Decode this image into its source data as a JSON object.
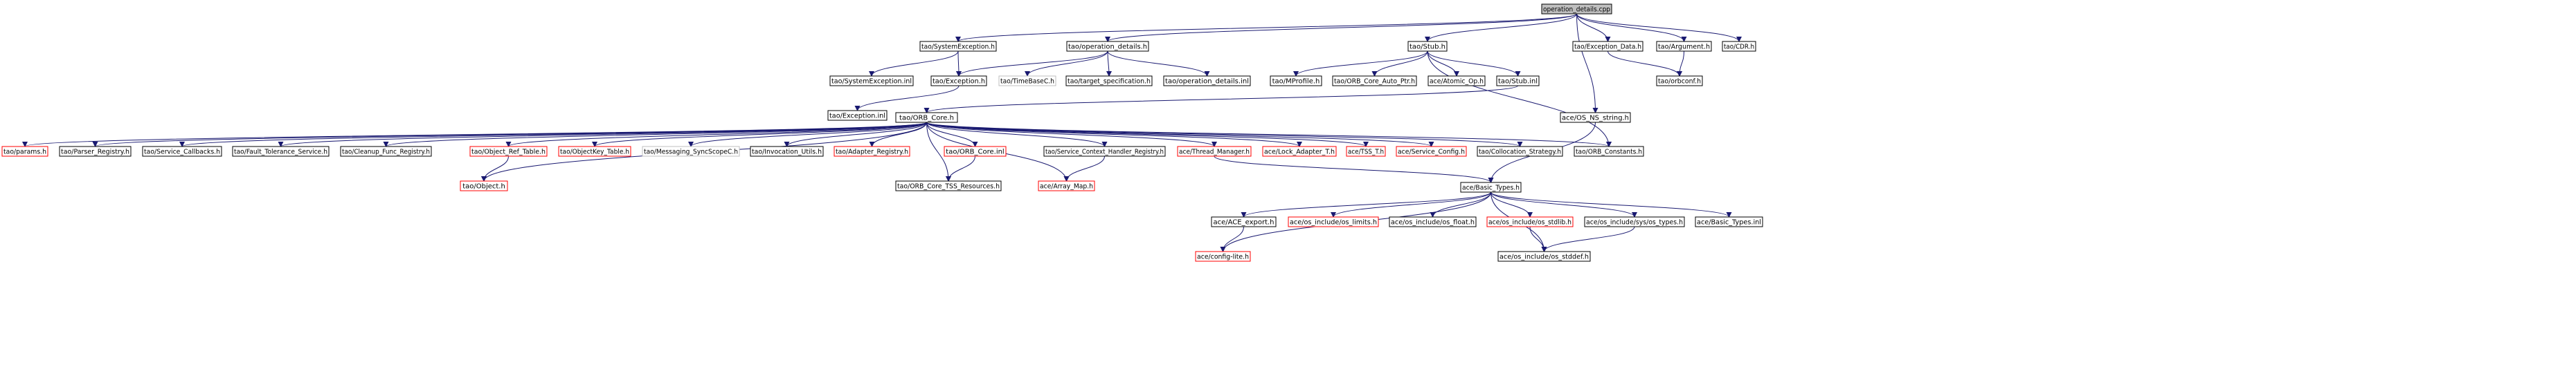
{
  "nodes": [
    {
      "id": "root",
      "label": "operation_details.cpp",
      "style": "root"
    },
    {
      "id": "sysexc",
      "label": "tao/SystemException.h",
      "style": "normal"
    },
    {
      "id": "opdet",
      "label": "tao/operation_details.h",
      "style": "normal"
    },
    {
      "id": "stub",
      "label": "tao/Stub.h",
      "style": "normal"
    },
    {
      "id": "excdata",
      "label": "tao/Exception_Data.h",
      "style": "normal"
    },
    {
      "id": "argument",
      "label": "tao/Argument.h",
      "style": "normal"
    },
    {
      "id": "cdr",
      "label": "tao/CDR.h",
      "style": "normal"
    },
    {
      "id": "sysexcinl",
      "label": "tao/SystemException.inl",
      "style": "normal"
    },
    {
      "id": "exception",
      "label": "tao/Exception.h",
      "style": "normal"
    },
    {
      "id": "timebase",
      "label": "tao/TimeBaseC.h",
      "style": "gray"
    },
    {
      "id": "targetspec",
      "label": "tao/target_specification.h",
      "style": "normal"
    },
    {
      "id": "opdetinl",
      "label": "tao/operation_details.inl",
      "style": "normal"
    },
    {
      "id": "mprofile",
      "label": "tao/MProfile.h",
      "style": "normal"
    },
    {
      "id": "orbautoptr",
      "label": "tao/ORB_Core_Auto_Ptr.h",
      "style": "normal"
    },
    {
      "id": "atomicop",
      "label": "ace/Atomic_Op.h",
      "style": "normal"
    },
    {
      "id": "stubinl",
      "label": "tao/Stub.inl",
      "style": "normal"
    },
    {
      "id": "orbconf",
      "label": "tao/orbconf.h",
      "style": "normal"
    },
    {
      "id": "excinl",
      "label": "tao/Exception.inl",
      "style": "normal"
    },
    {
      "id": "orbcore",
      "label": "tao/ORB_Core.h",
      "style": "normal"
    },
    {
      "id": "osns",
      "label": "ace/OS_NS_string.h",
      "style": "normal"
    },
    {
      "id": "params",
      "label": "tao/params.h",
      "style": "red"
    },
    {
      "id": "parser",
      "label": "tao/Parser_Registry.h",
      "style": "normal"
    },
    {
      "id": "svccb",
      "label": "tao/Service_Callbacks.h",
      "style": "normal"
    },
    {
      "id": "faulttol",
      "label": "tao/Fault_Tolerance_Service.h",
      "style": "normal"
    },
    {
      "id": "cleanup",
      "label": "tao/Cleanup_Func_Registry.h",
      "style": "normal"
    },
    {
      "id": "objref",
      "label": "tao/Object_Ref_Table.h",
      "style": "red"
    },
    {
      "id": "objkey",
      "label": "tao/ObjectKey_Table.h",
      "style": "red"
    },
    {
      "id": "msgsync",
      "label": "tao/Messaging_SyncScopeC.h",
      "style": "gray"
    },
    {
      "id": "invutils",
      "label": "tao/Invocation_Utils.h",
      "style": "normal"
    },
    {
      "id": "adapter",
      "label": "tao/Adapter_Registry.h",
      "style": "red"
    },
    {
      "id": "orbcoreinl",
      "label": "tao/ORB_Core.inl",
      "style": "red"
    },
    {
      "id": "svcctx",
      "label": "tao/Service_Context_Handler_Registry.h",
      "style": "normal"
    },
    {
      "id": "threadmgr",
      "label": "ace/Thread_Manager.h",
      "style": "red"
    },
    {
      "id": "lockadapter",
      "label": "ace/Lock_Adapter_T.h",
      "style": "red"
    },
    {
      "id": "tsst",
      "label": "ace/TSS_T.h",
      "style": "red"
    },
    {
      "id": "svcconfig",
      "label": "ace/Service_Config.h",
      "style": "red"
    },
    {
      "id": "colloc",
      "label": "tao/Collocation_Strategy.h",
      "style": "normal"
    },
    {
      "id": "orbconst",
      "label": "tao/ORB_Constants.h",
      "style": "normal"
    },
    {
      "id": "object",
      "label": "tao/Object.h",
      "style": "red"
    },
    {
      "id": "orbtss",
      "label": "tao/ORB_Core_TSS_Resources.h",
      "style": "normal"
    },
    {
      "id": "arraymap",
      "label": "ace/Array_Map.h",
      "style": "red"
    },
    {
      "id": "basictypes",
      "label": "ace/Basic_Types.h",
      "style": "normal"
    },
    {
      "id": "aceexport",
      "label": "ace/ACE_export.h",
      "style": "normal"
    },
    {
      "id": "oslimits",
      "label": "ace/os_include/os_limits.h",
      "style": "red"
    },
    {
      "id": "osfloat",
      "label": "ace/os_include/os_float.h",
      "style": "normal"
    },
    {
      "id": "osstdlib",
      "label": "ace/os_include/os_stdlib.h",
      "style": "red"
    },
    {
      "id": "ostypes",
      "label": "ace/os_include/sys/os_types.h",
      "style": "normal"
    },
    {
      "id": "basicinl",
      "label": "ace/Basic_Types.inl",
      "style": "normal"
    },
    {
      "id": "configlite",
      "label": "ace/config-lite.h",
      "style": "red"
    },
    {
      "id": "osstddef",
      "label": "ace/os_include/os_stddef.h",
      "style": "normal"
    }
  ],
  "edges": [
    [
      "root",
      "sysexc"
    ],
    [
      "root",
      "opdet"
    ],
    [
      "root",
      "stub"
    ],
    [
      "root",
      "excdata"
    ],
    [
      "root",
      "argument"
    ],
    [
      "root",
      "cdr"
    ],
    [
      "root",
      "osns"
    ],
    [
      "sysexc",
      "sysexcinl"
    ],
    [
      "sysexc",
      "exception"
    ],
    [
      "opdet",
      "exception"
    ],
    [
      "opdet",
      "timebase"
    ],
    [
      "opdet",
      "targetspec"
    ],
    [
      "opdet",
      "opdetinl"
    ],
    [
      "stub",
      "mprofile"
    ],
    [
      "stub",
      "orbautoptr"
    ],
    [
      "stub",
      "atomicop"
    ],
    [
      "stub",
      "stubinl"
    ],
    [
      "stub",
      "orbconst"
    ],
    [
      "excdata",
      "orbconf"
    ],
    [
      "argument",
      "orbconf"
    ],
    [
      "exception",
      "excinl"
    ],
    [
      "stubinl",
      "orbcore"
    ],
    [
      "osns",
      "basictypes"
    ],
    [
      "orbcore",
      "params"
    ],
    [
      "orbcore",
      "parser"
    ],
    [
      "orbcore",
      "svccb"
    ],
    [
      "orbcore",
      "faulttol"
    ],
    [
      "orbcore",
      "cleanup"
    ],
    [
      "orbcore",
      "objref"
    ],
    [
      "orbcore",
      "objkey"
    ],
    [
      "orbcore",
      "msgsync"
    ],
    [
      "orbcore",
      "invutils"
    ],
    [
      "orbcore",
      "adapter"
    ],
    [
      "orbcore",
      "orbcoreinl"
    ],
    [
      "orbcore",
      "svcctx"
    ],
    [
      "orbcore",
      "threadmgr"
    ],
    [
      "orbcore",
      "lockadapter"
    ],
    [
      "orbcore",
      "tsst"
    ],
    [
      "orbcore",
      "svcconfig"
    ],
    [
      "orbcore",
      "colloc"
    ],
    [
      "orbcore",
      "orbconst"
    ],
    [
      "orbcore",
      "object"
    ],
    [
      "orbcore",
      "orbtss"
    ],
    [
      "orbcore",
      "arraymap"
    ],
    [
      "objref",
      "object"
    ],
    [
      "orbcoreinl",
      "orbtss"
    ],
    [
      "svcctx",
      "arraymap"
    ],
    [
      "threadmgr",
      "basictypes"
    ],
    [
      "basictypes",
      "aceexport"
    ],
    [
      "basictypes",
      "oslimits"
    ],
    [
      "basictypes",
      "osfloat"
    ],
    [
      "basictypes",
      "osstdlib"
    ],
    [
      "basictypes",
      "ostypes"
    ],
    [
      "basictypes",
      "basicinl"
    ],
    [
      "basictypes",
      "configlite"
    ],
    [
      "basictypes",
      "osstddef"
    ],
    [
      "aceexport",
      "configlite"
    ],
    [
      "osstdlib",
      "osstddef"
    ],
    [
      "ostypes",
      "osstddef"
    ]
  ]
}
